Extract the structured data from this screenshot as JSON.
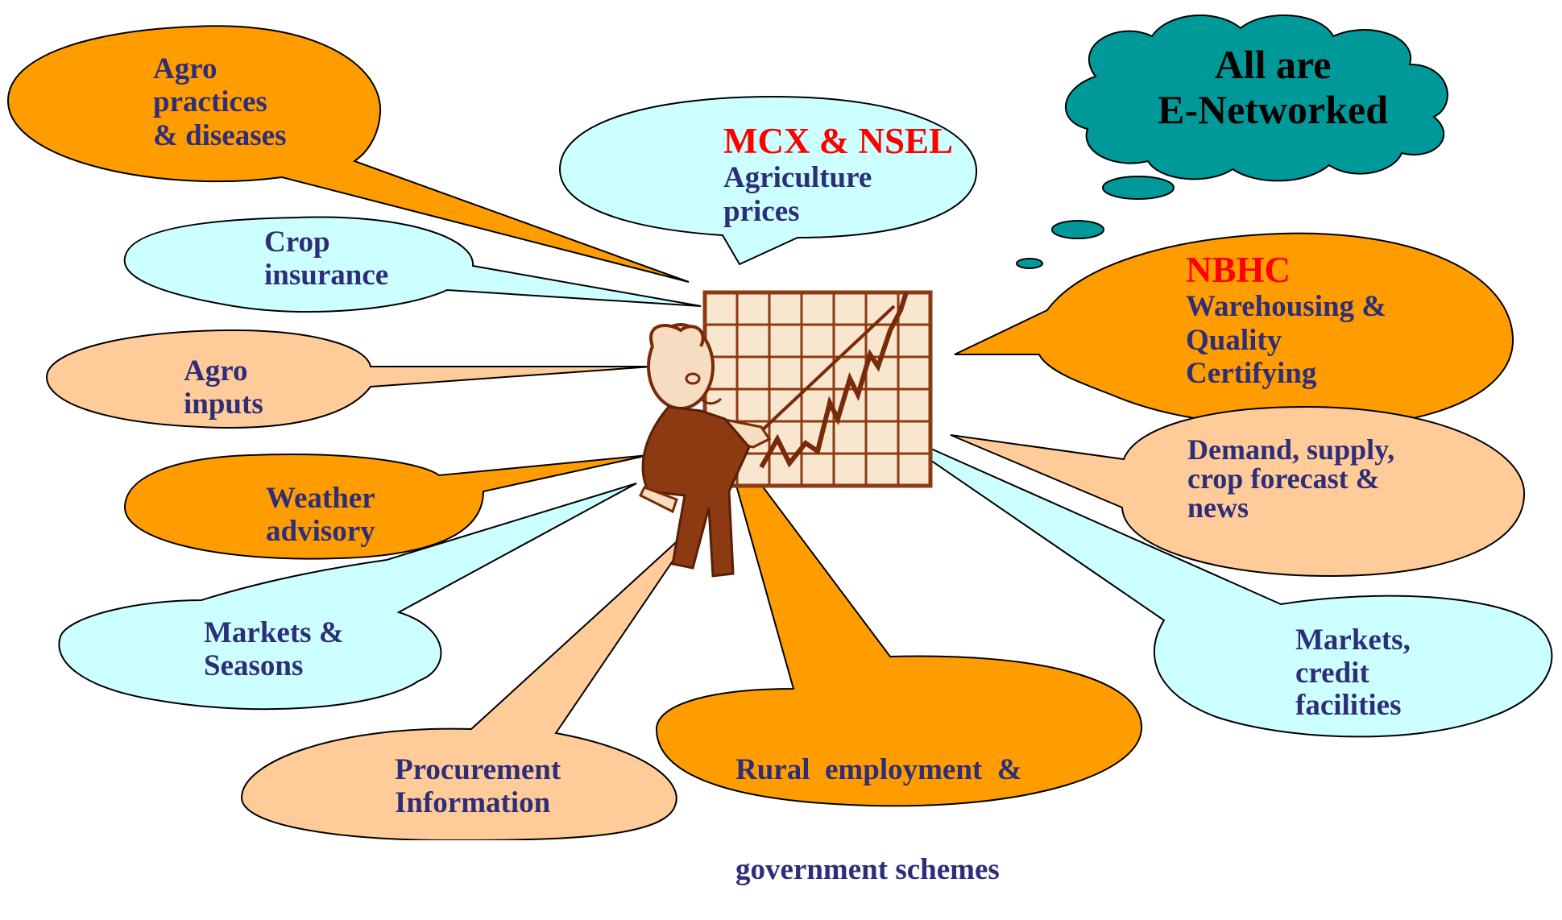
{
  "colors": {
    "orange": "#ff9c00",
    "peach": "#ffcc99",
    "aqua": "#ccffff",
    "teal": "#009999",
    "text_navy": "#2e2e78",
    "text_red": "#ff0000",
    "chart_paper": "#f9e6cf",
    "chart_grid": "#8b3a12"
  },
  "cloud": {
    "line1": "All are",
    "line2": "E-Networked"
  },
  "bubbles": {
    "agro_practices": {
      "l1": "Agro",
      "l2": "practices",
      "l3": "& diseases"
    },
    "mcx": {
      "title": "MCX & NSEL",
      "l1": "Agriculture",
      "l2": "prices"
    },
    "crop_insurance": {
      "l1": "Crop",
      "l2": "insurance"
    },
    "agro_inputs": {
      "l1": "Agro",
      "l2": "inputs"
    },
    "weather": {
      "l1": "Weather",
      "l2": "advisory"
    },
    "markets_seasons": {
      "l1": "Markets &",
      "l2": "Seasons"
    },
    "procurement": {
      "l1": "Procurement",
      "l2": "Information"
    },
    "rural": {
      "l1": "Rural  employment  &",
      "l2": "government schemes"
    },
    "nbhc": {
      "title": "NBHC",
      "l1": "Warehousing &",
      "l2": "Quality",
      "l3": "Certifying"
    },
    "demand": {
      "l1": "Demand, supply,",
      "l2": "crop forecast &",
      "l3": "news"
    },
    "markets_credit": {
      "l1": "Markets,",
      "l2": "credit",
      "l3": "facilities"
    }
  },
  "icons": {
    "presenter": "businessman-pointing-at-chart-icon"
  }
}
